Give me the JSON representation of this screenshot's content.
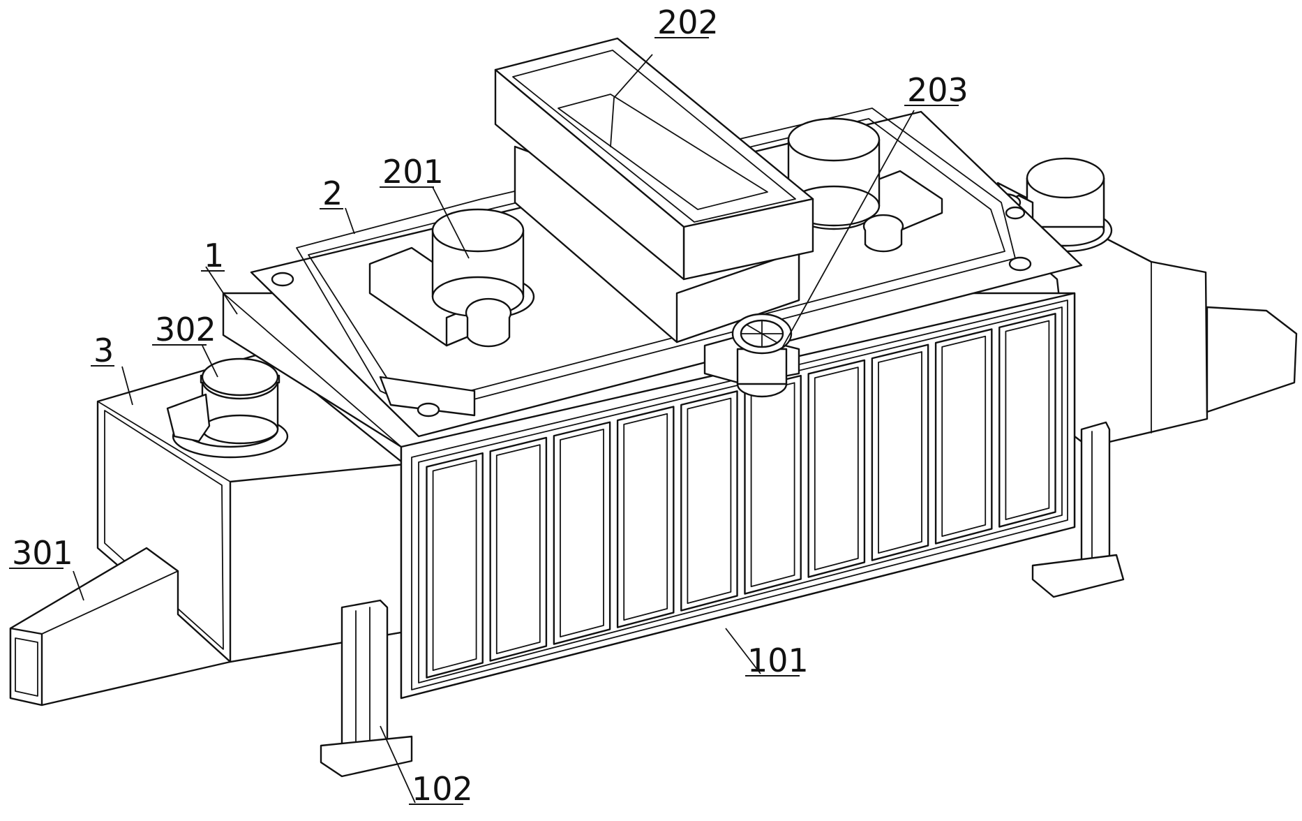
{
  "labels": {
    "l1": "1",
    "l2": "2",
    "l3": "3",
    "l101": "101",
    "l102": "102",
    "l201": "201",
    "l202": "202",
    "l203": "203",
    "l301": "301",
    "l302": "302"
  }
}
